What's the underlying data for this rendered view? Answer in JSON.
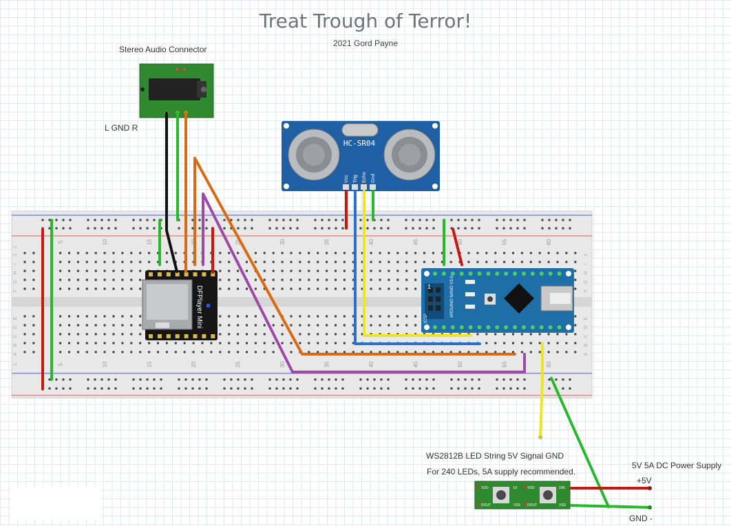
{
  "title": "Treat Trough of Terror!",
  "subtitle": "2021 Gord Payne",
  "audio": {
    "label": "Stereo Audio Connector",
    "pins_label": "L  GND  R"
  },
  "sensor": {
    "name": "HC-SR04",
    "pins": [
      "Vcc",
      "Trig",
      "Echo",
      "Gnd"
    ]
  },
  "dfplayer": {
    "name": "DFPlayer Mini"
  },
  "arduino": {
    "name": "ARDUINO NANO V3.0",
    "pin1": "1",
    "icsp": "ICSP"
  },
  "breadboard": {
    "column_numbers": [
      "5",
      "10",
      "15",
      "20",
      "25",
      "30",
      "35",
      "40",
      "45",
      "50",
      "55",
      "60"
    ],
    "rows_top": [
      "J",
      "I",
      "H",
      "G",
      "F"
    ],
    "rows_bottom": [
      "E",
      "D",
      "C",
      "B",
      "A"
    ],
    "edge_number": "1"
  },
  "led": {
    "label": "WS2812B LED String   5V   Signal   GND",
    "note": "For 240 LEDs, 5A supply recommended.",
    "pin_labels": [
      "VDD",
      "DI",
      "DOUT",
      "VSS",
      "VDD",
      "DIN",
      "DOUT",
      "VSS"
    ]
  },
  "power": {
    "label": "5V 5A DC Power Supply",
    "plus": "+5V",
    "minus": "GND -"
  },
  "colors": {
    "breadboard": "#e8e8e8",
    "pcb_green": "#2e7d32",
    "nano_blue": "#1e6fa8",
    "sensor_blue": "#1f5fa3",
    "wire_red": "#c8180e",
    "wire_green": "#27b82c",
    "wire_orange": "#d96a12",
    "wire_purple": "#9c4aa6",
    "wire_blue": "#2a72c9",
    "wire_yellow": "#ede627",
    "wire_black": "#111111"
  }
}
